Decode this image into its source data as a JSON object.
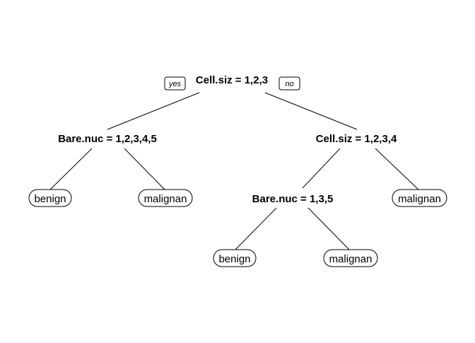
{
  "tree": {
    "root": {
      "label": "Cell.siz = 1,2,3"
    },
    "branch_labels": {
      "yes": "yes",
      "no": "no"
    },
    "left_split": {
      "label": "Bare.nuc = 1,2,3,4,5"
    },
    "right_split": {
      "label": "Cell.siz = 1,2,3,4"
    },
    "right_left_split": {
      "label": "Bare.nuc = 1,3,5"
    },
    "leaves": {
      "l1": "benign",
      "l2": "malignan",
      "l3": "benign",
      "l4": "malignan",
      "l5": "malignan"
    }
  }
}
